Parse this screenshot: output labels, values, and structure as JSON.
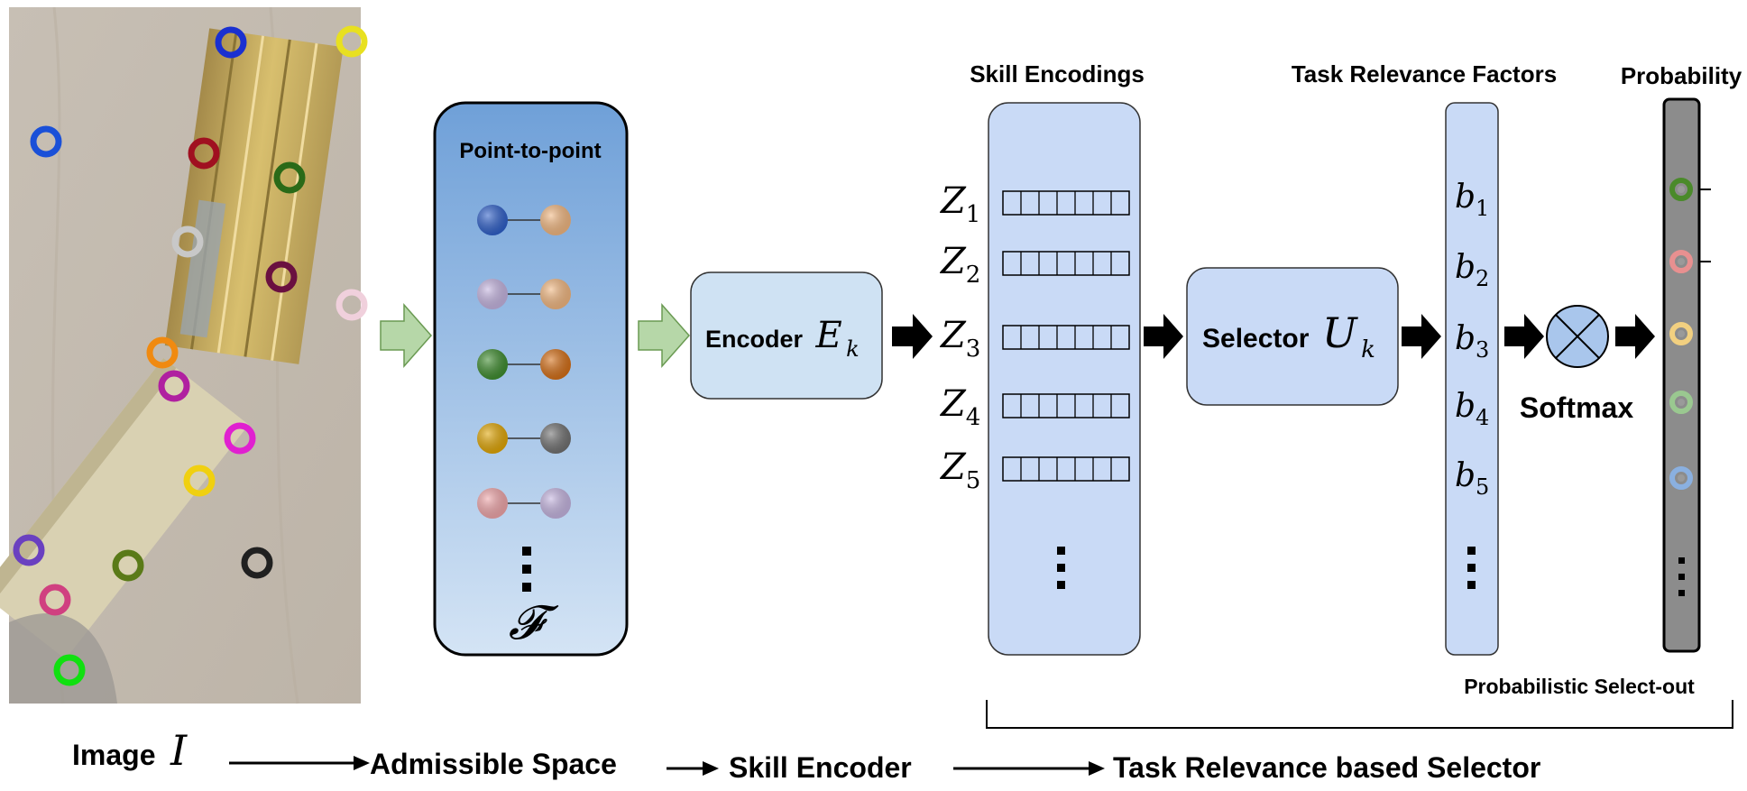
{
  "diagram": {
    "headings": {
      "point_to_point": "Point-to-point",
      "skill_encodings": "Skill Encodings",
      "task_relevance_factors": "Task Relevance Factors",
      "probability": "Probability"
    },
    "encoder": {
      "word": "Encoder",
      "symbol": "E",
      "subscript": "k"
    },
    "selector": {
      "word": "Selector",
      "symbol": "U",
      "subscript": "k"
    },
    "softmax": "Softmax",
    "admissible_symbol": "𝓕",
    "z_symbol": "Z",
    "b_symbol": "b",
    "indices": [
      "1",
      "2",
      "3",
      "4",
      "5"
    ],
    "probabilistic_select_out": "Probabilistic Select-out",
    "pipeline": {
      "image_word": "Image",
      "image_symbol": "I",
      "admissible_space": "Admissible Space",
      "skill_encoder": "Skill Encoder",
      "task_selector": "Task Relevance based Selector"
    },
    "colors": {
      "point_panel_top": "#6fa0d8",
      "point_panel_bottom": "#d4e4f5",
      "light_blue_box": "#c9daf6",
      "encoder_box": "#cfe2f3",
      "green_arrow": "#b6d7a8",
      "probability_bar": "#8c8c8c"
    },
    "point_pairs": [
      {
        "left": "#2a5cc8",
        "right": "#f2b67e"
      },
      {
        "left": "#c4b3e0",
        "right": "#f2b67e"
      },
      {
        "left": "#3a8a2a",
        "right": "#d46c12"
      },
      {
        "left": "#e0a400",
        "right": "#6e6e6e"
      },
      {
        "left": "#f0a4a8",
        "right": "#c4b3e0"
      }
    ],
    "probability_markers": [
      "#4a8a2a",
      "#e89090",
      "#f2d080",
      "#9ac890",
      "#8ab0e0"
    ],
    "photo_rings": [
      "#1a30d0",
      "#e8e020",
      "#1a50d8",
      "#a01020",
      "#2a6a18",
      "#c8c8c8",
      "#6a1040",
      "#f0d0dc",
      "#f08a10",
      "#b020a0",
      "#e020d0",
      "#f0d010",
      "#6a40c0",
      "#5a7a18",
      "#202020",
      "#d04080",
      "#10e010"
    ]
  }
}
